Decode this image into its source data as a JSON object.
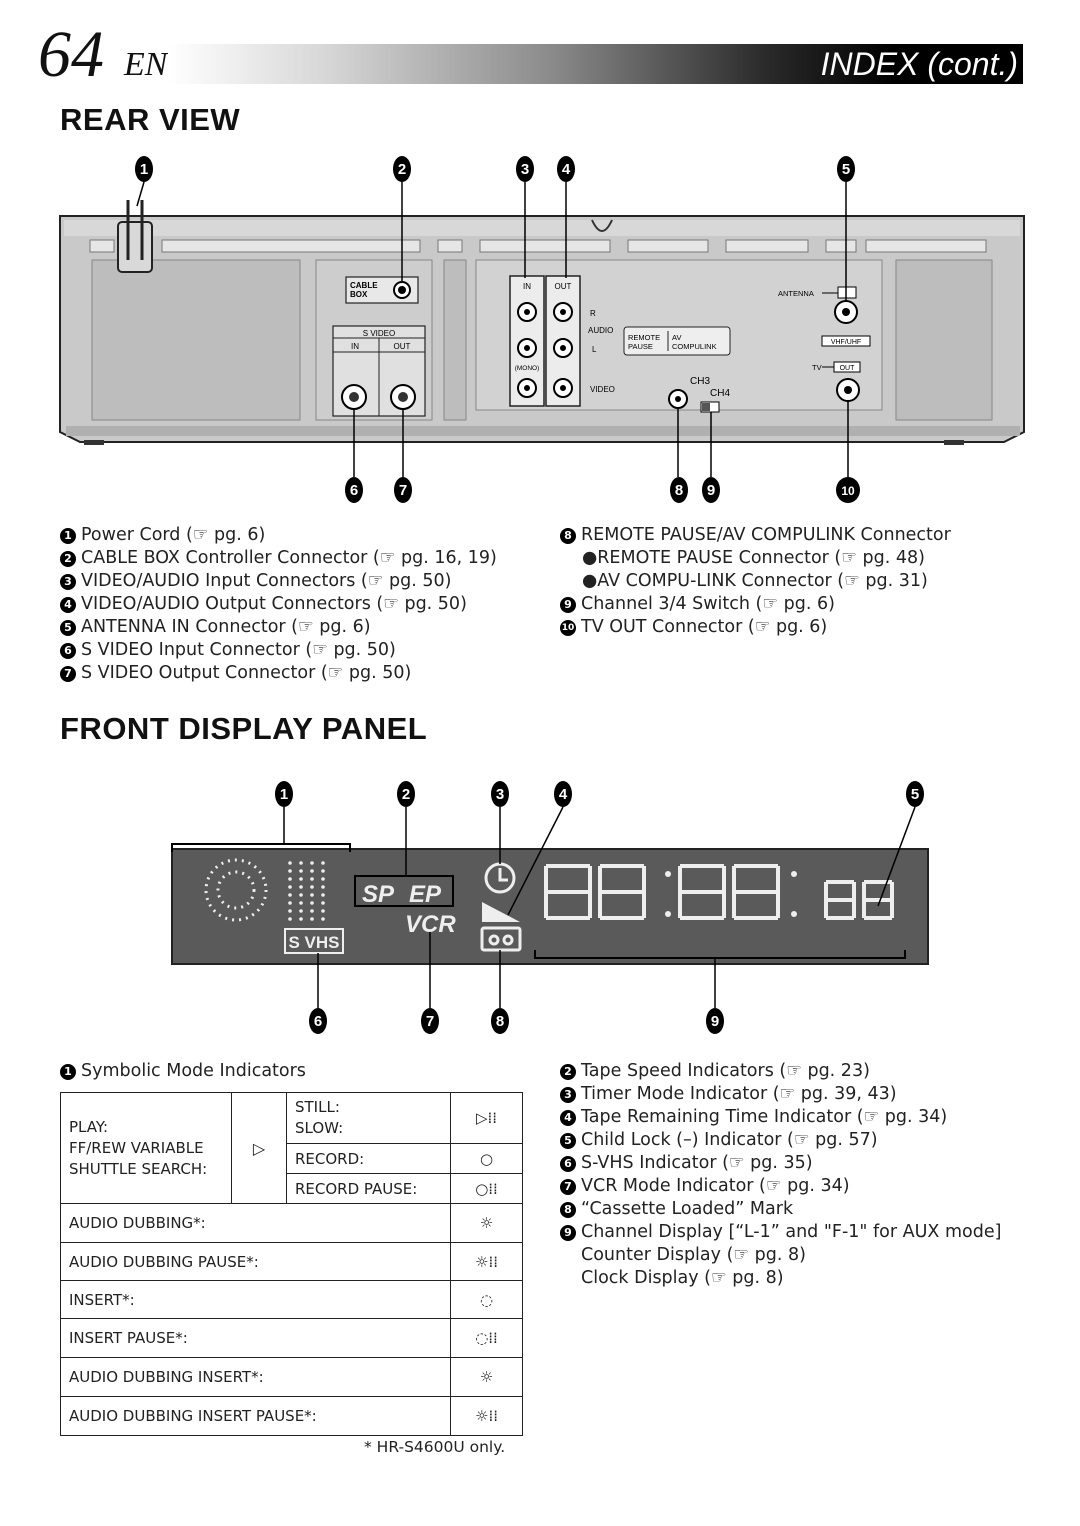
{
  "header": {
    "page_number": "64",
    "language": "EN",
    "title": "INDEX (cont.)"
  },
  "rear_view": {
    "title": "REAR VIEW",
    "callouts": [
      "1",
      "2",
      "3",
      "4",
      "5",
      "6",
      "7",
      "8",
      "9",
      "10"
    ],
    "panel_labels": {
      "cable_box": [
        "CABLE",
        "BOX"
      ],
      "s_video": "S VIDEO",
      "in": "IN",
      "out": "OUT",
      "r": "R",
      "audio": "AUDIO",
      "l": "L",
      "mono": "(MONO)",
      "video": "VIDEO",
      "remote_pause": [
        "REMOTE",
        "PAUSE"
      ],
      "av_compulink": [
        "AV",
        "COMPULINK"
      ],
      "ch3": "CH3",
      "ch4": "CH4",
      "antenna": "ANTENNA",
      "vhf_uhf": "VHF/UHF",
      "tv": "TV"
    },
    "legend_left": [
      {
        "n": "1",
        "text": "Power Cord (☞ pg. 6)"
      },
      {
        "n": "2",
        "text": "CABLE BOX Controller Connector (☞ pg. 16, 19)"
      },
      {
        "n": "3",
        "text": "VIDEO/AUDIO Input Connectors (☞ pg. 50)"
      },
      {
        "n": "4",
        "text": "VIDEO/AUDIO Output Connectors (☞ pg. 50)"
      },
      {
        "n": "5",
        "text": "ANTENNA IN Connector (☞ pg. 6)"
      },
      {
        "n": "6",
        "text": "S VIDEO Input Connector (☞ pg. 50)"
      },
      {
        "n": "7",
        "text": "S VIDEO Output Connector (☞ pg. 50)"
      }
    ],
    "legend_right": [
      {
        "n": "8",
        "text": "REMOTE PAUSE/AV COMPULINK Connector"
      },
      {
        "n": "",
        "text": "●REMOTE PAUSE Connector (☞ pg. 48)"
      },
      {
        "n": "",
        "text": "●AV COMPU-LINK Connector (☞ pg. 31)"
      },
      {
        "n": "9",
        "text": "Channel 3/4 Switch (☞ pg. 6)"
      },
      {
        "n": "10",
        "text": "TV OUT Connector (☞ pg. 6)"
      }
    ]
  },
  "front_display": {
    "title": "FRONT DISPLAY PANEL",
    "callouts": [
      "1",
      "2",
      "3",
      "4",
      "5",
      "6",
      "7",
      "8",
      "9"
    ],
    "display_labels": {
      "sp": "SP",
      "ep": "EP",
      "vcr": "VCR",
      "svhs": "S VHS"
    },
    "legend_left_title": {
      "n": "1",
      "text": "Symbolic Mode Indicators"
    },
    "mode_table": {
      "left_group": [
        "PLAY:",
        "FF/REW VARIABLE",
        "SHUTTLE SEARCH:"
      ],
      "rows_top": [
        "STILL:",
        "SLOW:",
        "RECORD:",
        "RECORD PAUSE:"
      ],
      "rows_full": [
        "AUDIO DUBBING*:",
        "AUDIO DUBBING PAUSE*:",
        "INSERT*:",
        "INSERT PAUSE*:",
        "AUDIO DUBBING INSERT*:",
        "AUDIO DUBBING INSERT PAUSE*:"
      ]
    },
    "footnote": "* HR-S4600U only.",
    "legend_right": [
      {
        "n": "2",
        "text": "Tape Speed Indicators (☞ pg. 23)"
      },
      {
        "n": "3",
        "text": "Timer Mode Indicator (☞ pg. 39, 43)"
      },
      {
        "n": "4",
        "text": "Tape Remaining Time Indicator (☞ pg. 34)"
      },
      {
        "n": "5",
        "text": "Child Lock (–) Indicator (☞ pg. 57)"
      },
      {
        "n": "6",
        "text": "S-VHS Indicator (☞ pg. 35)"
      },
      {
        "n": "7",
        "text": "VCR Mode Indicator (☞ pg. 34)"
      },
      {
        "n": "8",
        "text": "“Cassette Loaded” Mark"
      },
      {
        "n": "9",
        "text": "Channel Display [“L-1” and \"F-1\" for AUX mode]"
      },
      {
        "n": "",
        "text": "Counter Display (☞ pg. 8)"
      },
      {
        "n": "",
        "text": "Clock Display (☞ pg. 8)"
      }
    ]
  }
}
